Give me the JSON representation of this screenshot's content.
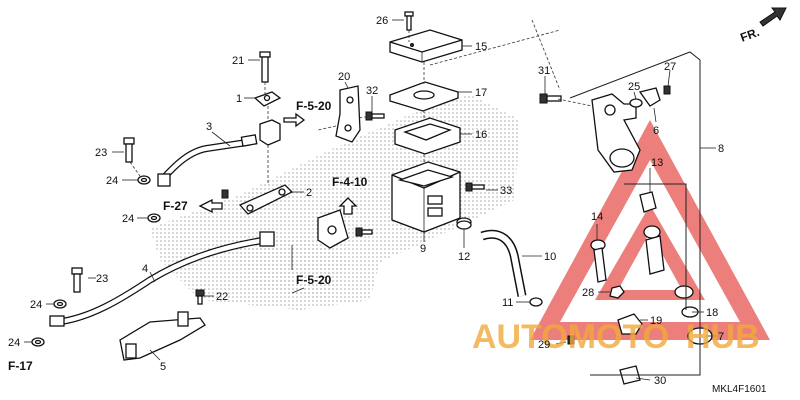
{
  "diagram": {
    "diagram_code": "MKL4F1601",
    "direction_label": "FR.",
    "callouts": [
      {
        "id": "c26",
        "text": "26"
      },
      {
        "id": "c15",
        "text": "15"
      },
      {
        "id": "c21",
        "text": "21"
      },
      {
        "id": "c20",
        "text": "20"
      },
      {
        "id": "c32",
        "text": "32"
      },
      {
        "id": "c17",
        "text": "17"
      },
      {
        "id": "c1",
        "text": "1"
      },
      {
        "id": "c3",
        "text": "3"
      },
      {
        "id": "c16",
        "text": "16"
      },
      {
        "id": "c23a",
        "text": "23"
      },
      {
        "id": "c24a",
        "text": "24"
      },
      {
        "id": "c2",
        "text": "2"
      },
      {
        "id": "c24b",
        "text": "24"
      },
      {
        "id": "c9",
        "text": "9"
      },
      {
        "id": "c33",
        "text": "33"
      },
      {
        "id": "c12",
        "text": "12"
      },
      {
        "id": "c4",
        "text": "4"
      },
      {
        "id": "c23b",
        "text": "23"
      },
      {
        "id": "c22",
        "text": "22"
      },
      {
        "id": "c24c",
        "text": "24"
      },
      {
        "id": "c5",
        "text": "5"
      },
      {
        "id": "c24d",
        "text": "24"
      },
      {
        "id": "c31",
        "text": "31"
      },
      {
        "id": "c25",
        "text": "25"
      },
      {
        "id": "c27",
        "text": "27"
      },
      {
        "id": "c6",
        "text": "6"
      },
      {
        "id": "c8",
        "text": "8"
      },
      {
        "id": "c13",
        "text": "13"
      },
      {
        "id": "c14",
        "text": "14"
      },
      {
        "id": "c10",
        "text": "10"
      },
      {
        "id": "c28",
        "text": "28"
      },
      {
        "id": "c11",
        "text": "11"
      },
      {
        "id": "c18",
        "text": "18"
      },
      {
        "id": "c19",
        "text": "19"
      },
      {
        "id": "c7",
        "text": "7"
      },
      {
        "id": "c29",
        "text": "29"
      },
      {
        "id": "c30",
        "text": "30"
      }
    ],
    "references": [
      {
        "id": "r1",
        "text": "F-5-20"
      },
      {
        "id": "r2",
        "text": "F-27"
      },
      {
        "id": "r3",
        "text": "F-4-10"
      },
      {
        "id": "r4",
        "text": "F-5-20"
      },
      {
        "id": "r5",
        "text": "F-17"
      }
    ],
    "watermark": {
      "text_a": "AUTOMOTO",
      "text_b": "HUB",
      "color_red": "#e23a34",
      "color_orange": "#f2a93b"
    }
  }
}
